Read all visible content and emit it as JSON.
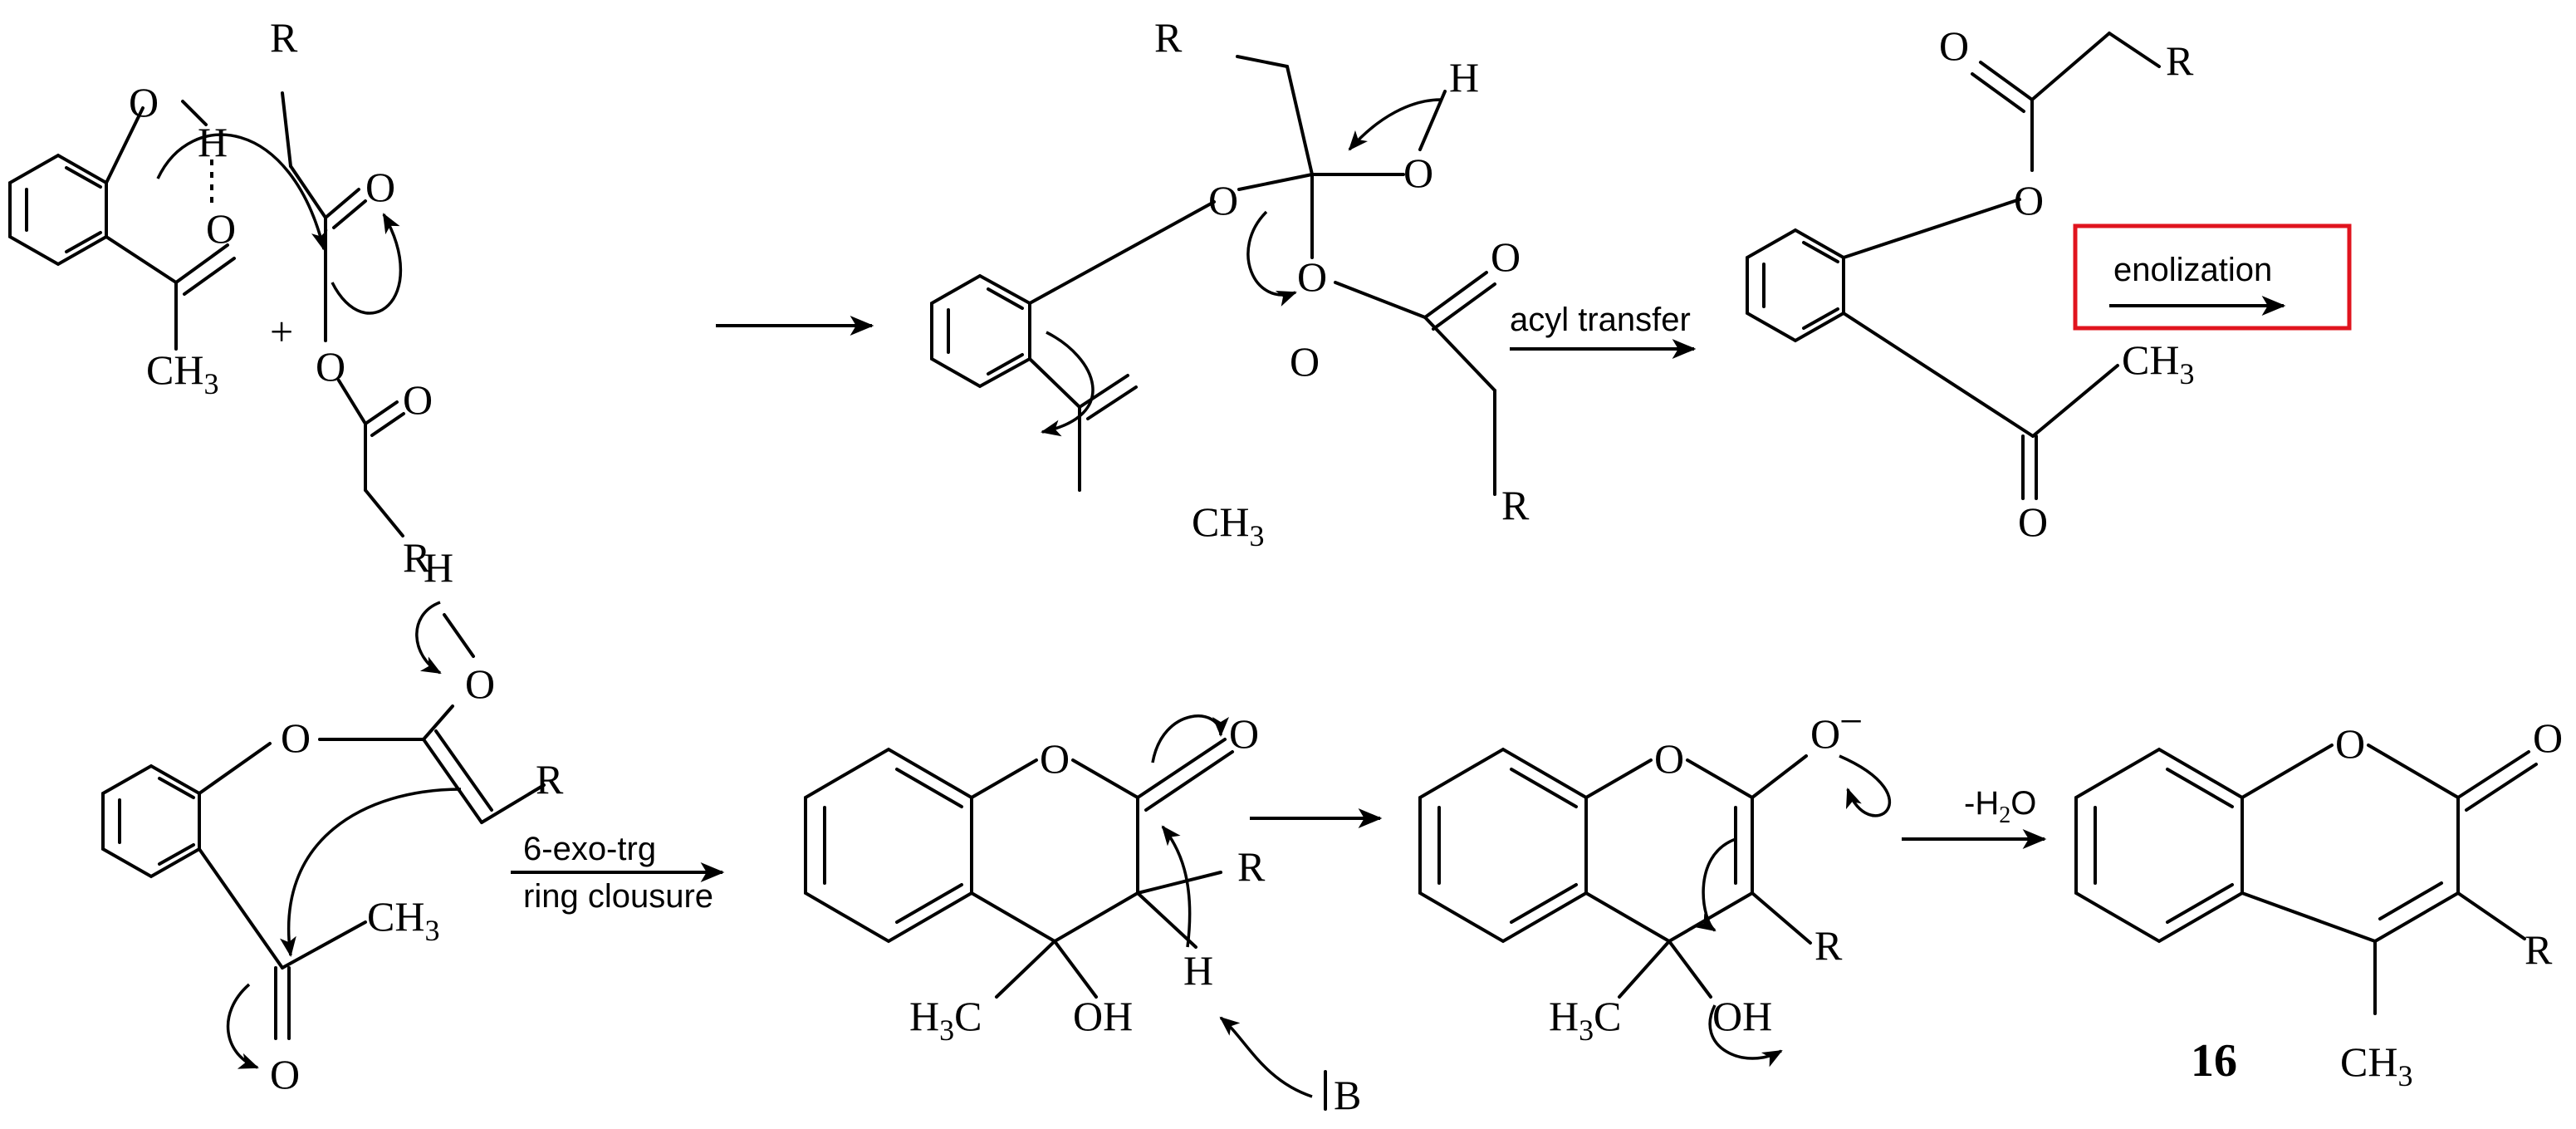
{
  "atoms": {
    "R": "R",
    "O": "O",
    "H": "H",
    "B": "B",
    "plus": "+",
    "minus": "−",
    "CH": "CH",
    "CH3_sub": "3",
    "H3C_H": "H",
    "H3C_sub": "3",
    "H3C_C": "C",
    "OH": "OH"
  },
  "steps": {
    "acyl_transfer": "acyl transfer",
    "enolization": "enolization",
    "ring_closure_line1": "6-exo-trg",
    "ring_closure_line2": "ring clousure",
    "dehydration_prefix": "-H",
    "dehydration_sub": "2",
    "dehydration_suffix": "O"
  },
  "compound_number": "16",
  "colors": {
    "highlight_box": "#e0141e",
    "ink": "#000000"
  }
}
